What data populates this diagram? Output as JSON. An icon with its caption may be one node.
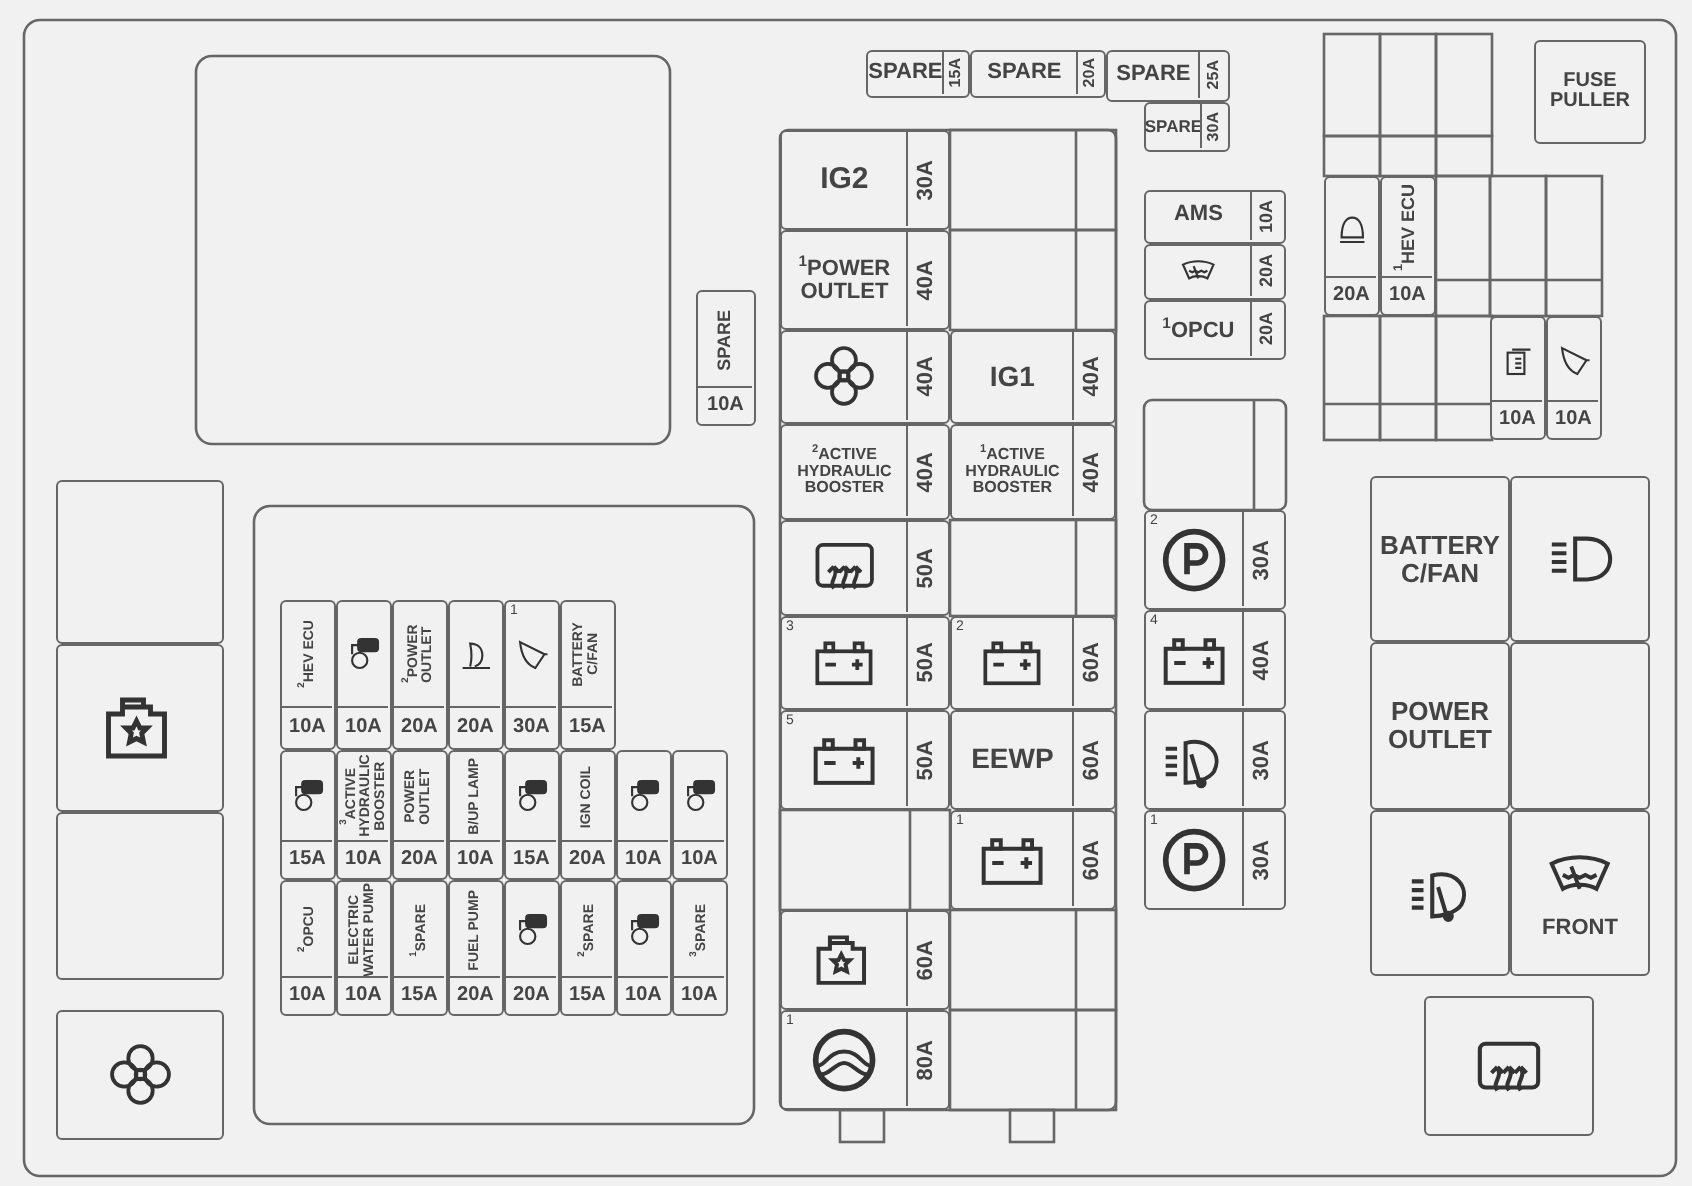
{
  "diagram": {
    "nodes": [
      {
        "text": [
          "SPARE",
          "15A"
        ]
      },
      {
        "text": [
          "SPARE",
          "20A"
        ]
      },
      {
        "text": [
          "SPARE",
          "25A"
        ]
      },
      {
        "text": [
          "FUSE PULLER"
        ]
      },
      {
        "text": [
          "SPARE",
          "30A"
        ]
      },
      {
        "text": [
          "20A"
        ]
      },
      {
        "text": [
          "$^{1}$HEV ECU",
          "10A"
        ]
      },
      {
        "text": [
          "10A"
        ]
      },
      {
        "text": [
          "10A"
        ]
      },
      {
        "text": [
          "IG2",
          "30A"
        ]
      },
      {
        "text": [
          "$^{1}$POWER OUTLET",
          "40A"
        ]
      },
      {
        "text": [
          "AMS",
          "10A"
        ]
      },
      {
        "text": [
          "20A"
        ]
      },
      {
        "text": [
          "$^{1}$OPCU",
          "20A"
        ]
      },
      {
        "text": [
          "SPARE",
          "10A"
        ]
      },
      {
        "text": [
          "40A"
        ]
      },
      {
        "text": [
          "IG1",
          "40A"
        ]
      },
      {
        "text": [
          "$^{2}$ACTIVE HYDRAULIC BOOSTER",
          "40A"
        ]
      },
      {
        "text": [
          "$^{1}$ACTIVE HYDRAULIC BOOSTER",
          "40A"
        ]
      },
      {
        "text": [
          "BATTERY C/FAN"
        ]
      },
      {
        "text": [],
        "shape": "box"
      },
      {
        "text": [
          "50A"
        ]
      },
      {
        "text": [
          "2",
          "30A"
        ]
      },
      {
        "text": [
          "3",
          "50A"
        ]
      },
      {
        "text": [
          "2",
          "60A"
        ]
      },
      {
        "text": [
          "4",
          "40A"
        ]
      },
      {
        "text": [
          "POWER OUTLET"
        ]
      },
      {
        "text": [],
        "shape": "box"
      },
      {
        "text": [
          "5",
          "50A"
        ]
      },
      {
        "text": [
          "EEWP",
          "60A"
        ]
      },
      {
        "text": [
          "30A"
        ]
      },
      {
        "text": [
          "1",
          "60A"
        ]
      },
      {
        "text": [
          "1",
          "30A"
        ]
      },
      {
        "text": [],
        "shape": "box"
      },
      {
        "text": [
          "FRONT"
        ]
      },
      {
        "text": [
          "60A"
        ]
      },
      {
        "text": [
          "1",
          "80A"
        ]
      },
      {
        "text": [],
        "shape": "box"
      },
      {
        "text": [],
        "shape": "box"
      },
      {
        "text": [],
        "shape": "box"
      },
      {
        "text": [],
        "shape": "box"
      },
      {
        "text": [],
        "shape": "box"
      },
      {
        "text": [
          "$^{2}$HEV ECU",
          "10A"
        ]
      },
      {
        "text": [
          "10A"
        ]
      },
      {
        "text": [
          "$^{2}$POWER OUTLET",
          "20A"
        ]
      },
      {
        "text": [
          "20A"
        ]
      },
      {
        "text": [
          "1",
          "30A"
        ]
      },
      {
        "text": [
          "BATTERY C/FAN",
          "15A"
        ]
      },
      {
        "text": [
          "15A"
        ]
      },
      {
        "text": [
          "$^{3}$ACTIVE HYDRAULIC BOOSTER",
          "10A"
        ]
      },
      {
        "text": [
          "POWER OUTLET",
          "20A"
        ]
      },
      {
        "text": [
          "B/UP LAMP",
          "10A"
        ]
      },
      {
        "text": [
          "15A"
        ]
      },
      {
        "text": [
          "IGN COIL",
          "20A"
        ]
      },
      {
        "text": [
          "10A"
        ]
      },
      {
        "text": [
          "10A"
        ]
      },
      {
        "text": [
          "$^{2}$OPCU",
          "10A"
        ]
      },
      {
        "text": [
          "ELECTRIC WATER PUMP",
          "10A"
        ]
      },
      {
        "text": [
          "$^{1}$SPARE",
          "15A"
        ]
      },
      {
        "text": [
          "FUEL PUMP",
          "20A"
        ]
      },
      {
        "text": [
          "20A"
        ]
      },
      {
        "text": [
          "$^{2}$SPARE",
          "15A"
        ]
      },
      {
        "text": [
          "10A"
        ]
      },
      {
        "text": [
          "$^{3}$SPARE",
          "10A"
        ]
      }
    ]
  }
}
